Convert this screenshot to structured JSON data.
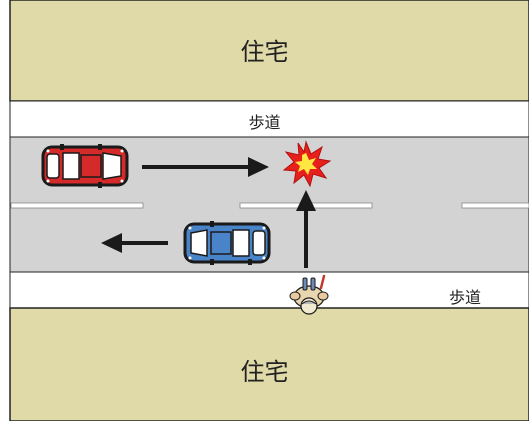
{
  "labels": {
    "house_top": "住宅",
    "sidewalk_top": "歩道",
    "sidewalk_bottom": "歩道",
    "house_bottom": "住宅"
  },
  "colors": {
    "house": "#e0d9a8",
    "road": "#d3d3d3",
    "sidewalk": "#ffffff",
    "lane_marking": "#ffffff",
    "outline": "#222222",
    "car_red": "#d42a2a",
    "car_blue": "#4a84c8",
    "collision_fill": "#e8201c",
    "collision_core": "#ffe640",
    "arrow": "#1a1a1a"
  },
  "icons": {
    "red_car": "car-icon",
    "blue_car": "car-icon",
    "collision": "explosion-icon",
    "pedestrian": "pedestrian-icon"
  }
}
